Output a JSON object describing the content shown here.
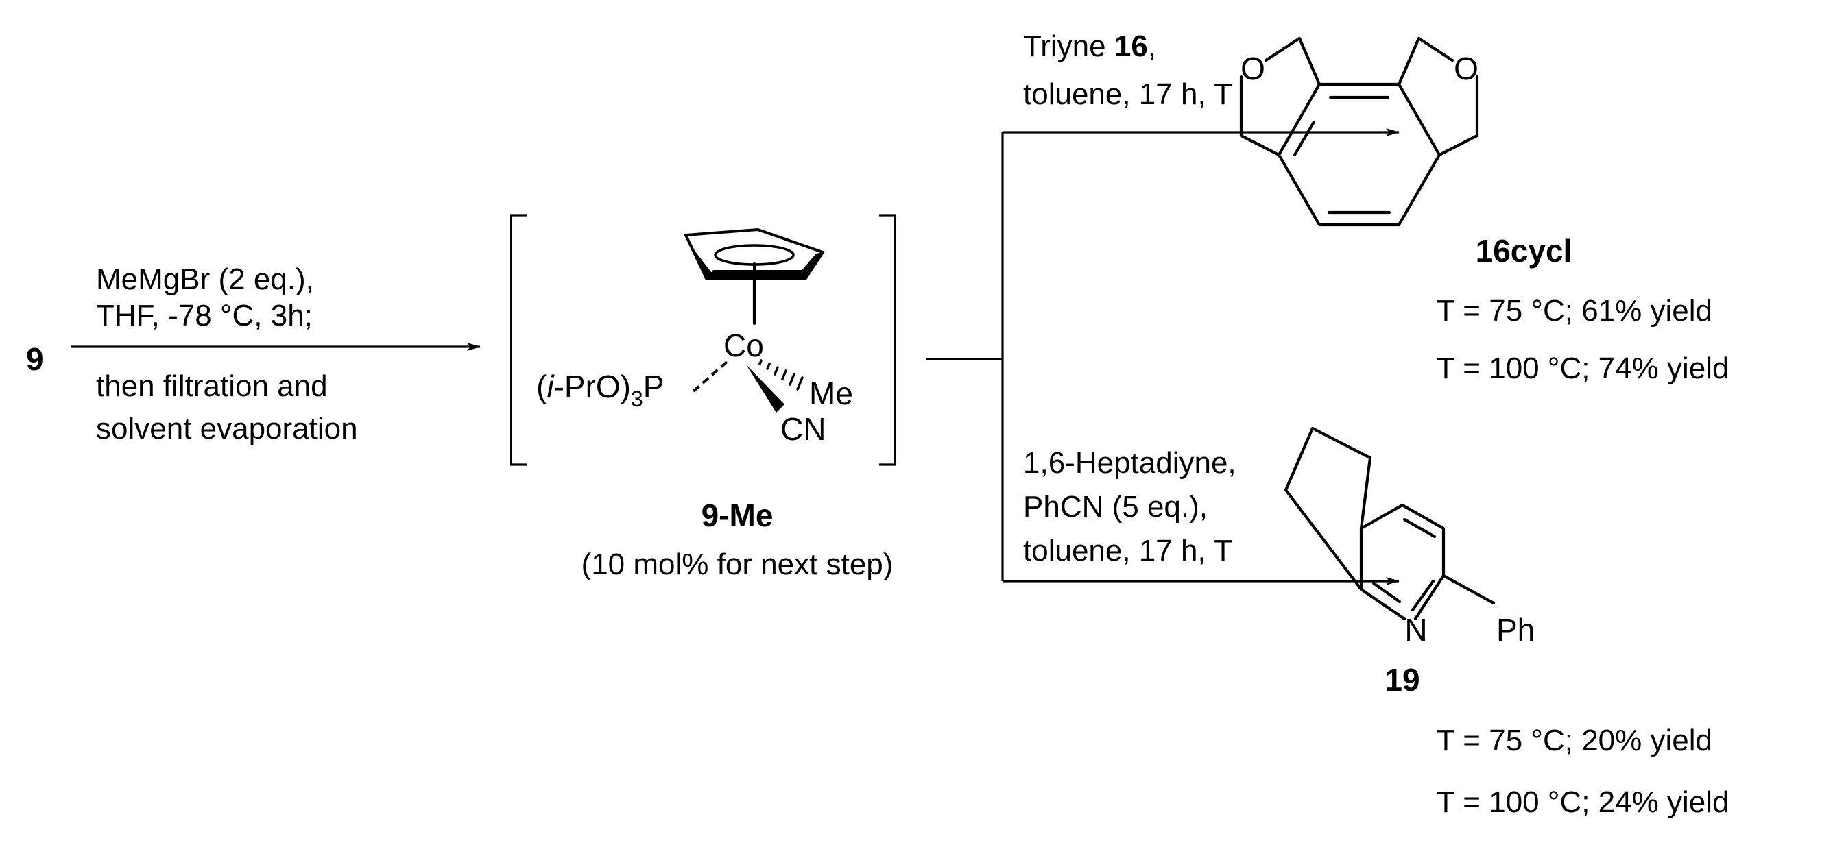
{
  "start_material": "9",
  "step1": {
    "reagents_line1": "MeMgBr (2 eq.),",
    "reagents_line2": "THF, -78 °C, 3h;",
    "workup_line1": "then filtration and",
    "workup_line2": "solvent evaporation"
  },
  "complex": {
    "metal": "Co",
    "ligand_prefix": "(",
    "ligand_italic": "i",
    "ligand_mid": "-PrO)",
    "ligand_sub": "3",
    "ligand_p": "P",
    "methyl": "Me",
    "nitrile": "CN",
    "label": "9-Me",
    "note": "(10 mol% for next step)"
  },
  "upper_branch": {
    "cond_line1_text": "Triyne ",
    "cond_line1_bold": "16",
    "cond_line1_end": ",",
    "cond_line2": "toluene, 17 h, T",
    "product_label": "16cycl",
    "atom_o": "O",
    "yield_75": "T = 75 °C; 61% yield",
    "yield_100": "T = 100 °C; 74% yield"
  },
  "lower_branch": {
    "cond_line1": "1,6-Heptadiyne,",
    "cond_line2": "PhCN (5 eq.),",
    "cond_line3": "toluene, 17 h, T",
    "product_label": "19",
    "atom_n": "N",
    "substituent": "Ph",
    "yield_75": "T = 75 °C; 20% yield",
    "yield_100": "T = 100 °C; 24% yield"
  }
}
